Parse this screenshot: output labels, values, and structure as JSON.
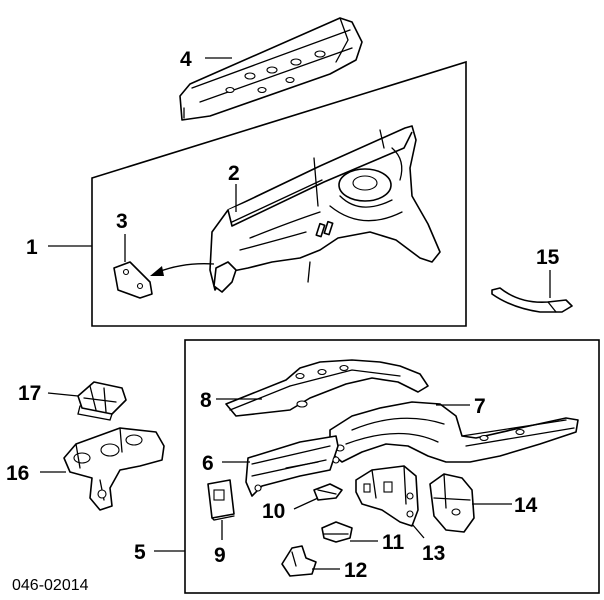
{
  "diagram": {
    "drawing_code": "046-02014",
    "callouts": {
      "c1": "1",
      "c2": "2",
      "c3": "3",
      "c4": "4",
      "c5": "5",
      "c6": "6",
      "c7": "7",
      "c8": "8",
      "c9": "9",
      "c10": "10",
      "c11": "11",
      "c12": "12",
      "c13": "13",
      "c14": "14",
      "c15": "15",
      "c16": "16",
      "c17": "17"
    }
  }
}
